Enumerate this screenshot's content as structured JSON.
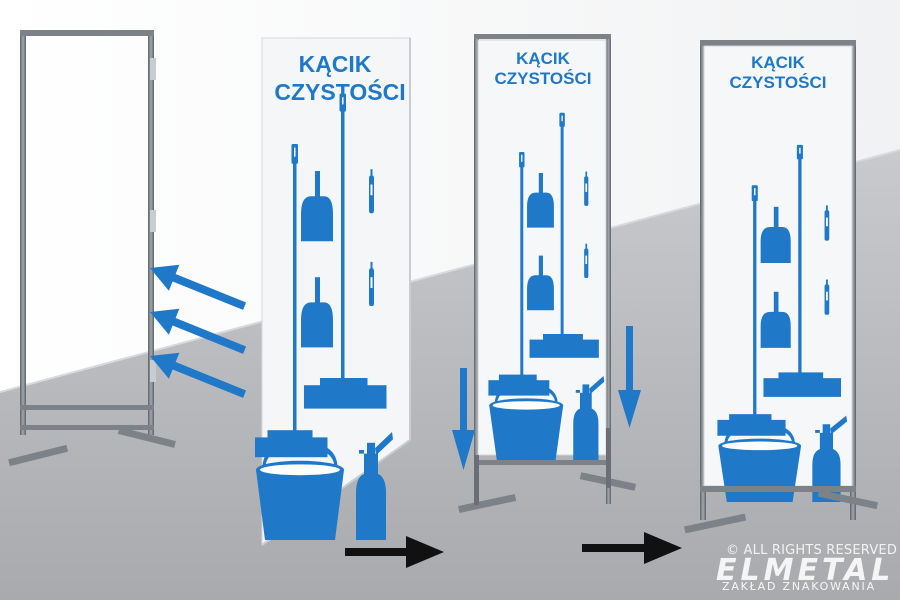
{
  "board": {
    "title_line1": "KĄCIK",
    "title_line2": "CZYSTOŚCI"
  },
  "watermark": {
    "copyright": "© ALL RIGHTS RESERVED",
    "brand": "ELMETAL",
    "tagline": "ZAKŁAD ZNAKOWANIA"
  },
  "colors": {
    "pictogram_blue": "#1f78c8",
    "floor_gray": "#b9babd",
    "wall_gray": "#e4e5e7",
    "frame_metal": "#7d8188",
    "arrow_black": "#111111"
  },
  "icons": [
    "mop-icon",
    "broom-icon",
    "dustpan-icon",
    "brush-icon",
    "bucket-icon",
    "spray-bottle-icon",
    "arrow-icon"
  ]
}
